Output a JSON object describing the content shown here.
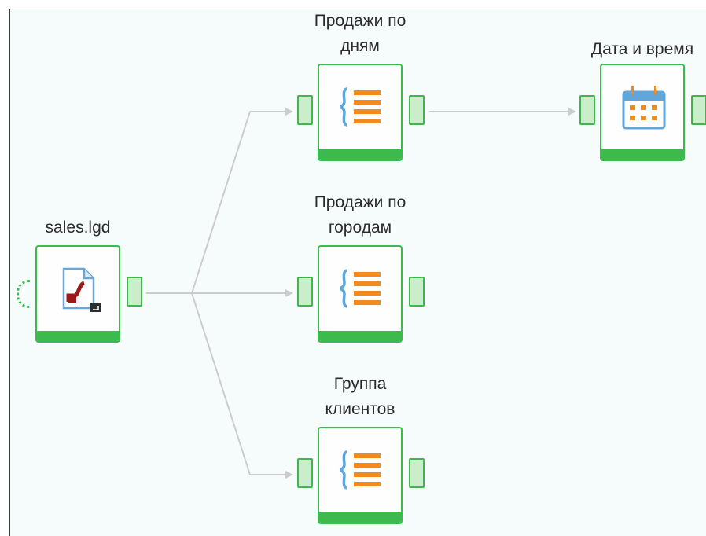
{
  "colors": {
    "node_border": "#3dba4e",
    "port_fill": "#c9eec9",
    "link": "#cccccc",
    "icon_orange": "#f28a1d",
    "icon_blue": "#5fa6dd"
  },
  "nodes": {
    "source": {
      "label": "sales.lgd",
      "icon": "import-file-icon"
    },
    "sales_by_day": {
      "label": "Продажи по\nдням",
      "icon": "grouping-icon"
    },
    "sales_by_city": {
      "label": "Продажи по\nгородам",
      "icon": "grouping-icon"
    },
    "client_group": {
      "label": "Группа\nклиентов",
      "icon": "grouping-icon"
    },
    "date_time": {
      "label": "Дата и время",
      "icon": "calendar-icon"
    }
  }
}
